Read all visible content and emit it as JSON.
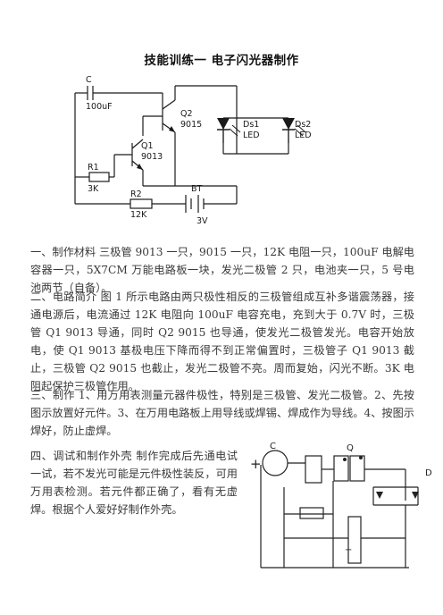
{
  "title": "技能训练一  电子闪光器制作",
  "schematic": {
    "c_label": "C",
    "c_value": "100uF",
    "q2_label": "Q2",
    "q2_value": "9015",
    "q1_label": "Q1",
    "q1_value": "9013",
    "ds1_label": "Ds1",
    "ds1_value": "LED",
    "ds2_label": "Ds2",
    "ds2_value": "LED",
    "r1_label": "R1",
    "r1_value": "3K",
    "r2_label": "R2",
    "r2_value": "12K",
    "bt_label": "BT",
    "bt_value": "3V"
  },
  "sections": {
    "materials": "一、制作材料    三极管 9013 一只，9015 一只，12K 电阻一只，100uF 电解电容器一只，5X7CM 万能电路板一块，发光二极管 2 只，电池夹一只，5 号电池两节（自备）。",
    "intro": "二、电路简介    图 1 所示电路由两只极性相反的三极管组成互补多谐震荡器，接通电源后，电流通过 12K 电阻向 100uF 电容充电，充到大于 0.7V 时，三极管 Q1  9013 导通，同时 Q2 9015 也导通，使发光二极管发光。电容开始放电，使 Q1 9013 基极电压下降而得不到正常偏置时，三极管子 Q1  9013 截止，三极管 Q2  9015 也截止，发光二极管不亮。周而复始，闪光不断。3K 电阻起保护三极管作用。",
    "make": "三、制作  1、用万用表测量元器件极性，特别是三极管、发光二极管。2、先按图示放置好元件。3、在万用电路板上用导线或焊锡、焊成作为导线。4、按图示焊好，防止虚焊。",
    "debug": "四、调试和制作外壳    制作完成后先通电试一试，若不发光可能是元件极性装反，可用万用表检测。若元件都正确了，看有无虚焊。根据个人爱好好制作外壳。"
  },
  "photo_labels": {
    "c": "C",
    "q": "Q",
    "d": "D",
    "plus": "+",
    "minus": "−"
  }
}
